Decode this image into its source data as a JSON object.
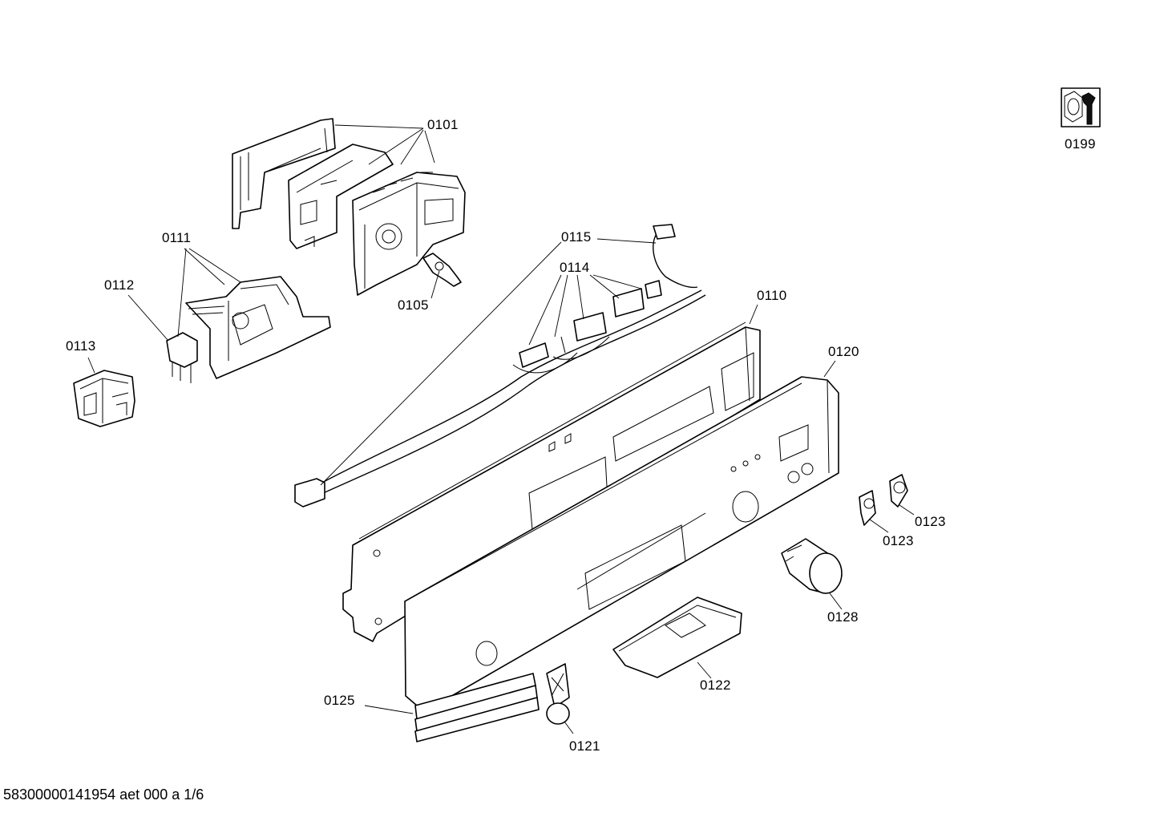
{
  "labels": {
    "p0101": "0101",
    "p0105": "0105",
    "p0110": "0110",
    "p0111": "0111",
    "p0112": "0112",
    "p0113": "0113",
    "p0114": "0114",
    "p0115": "0115",
    "p0120": "0120",
    "p0121": "0121",
    "p0122": "0122",
    "p0123a": "0123",
    "p0123b": "0123",
    "p0125": "0125",
    "p0128": "0128",
    "p0199": "0199"
  },
  "footer": "58300000141954 aet 000 a 1/6",
  "icons": {
    "service_tool": "hex-nut-wrench-icon"
  }
}
